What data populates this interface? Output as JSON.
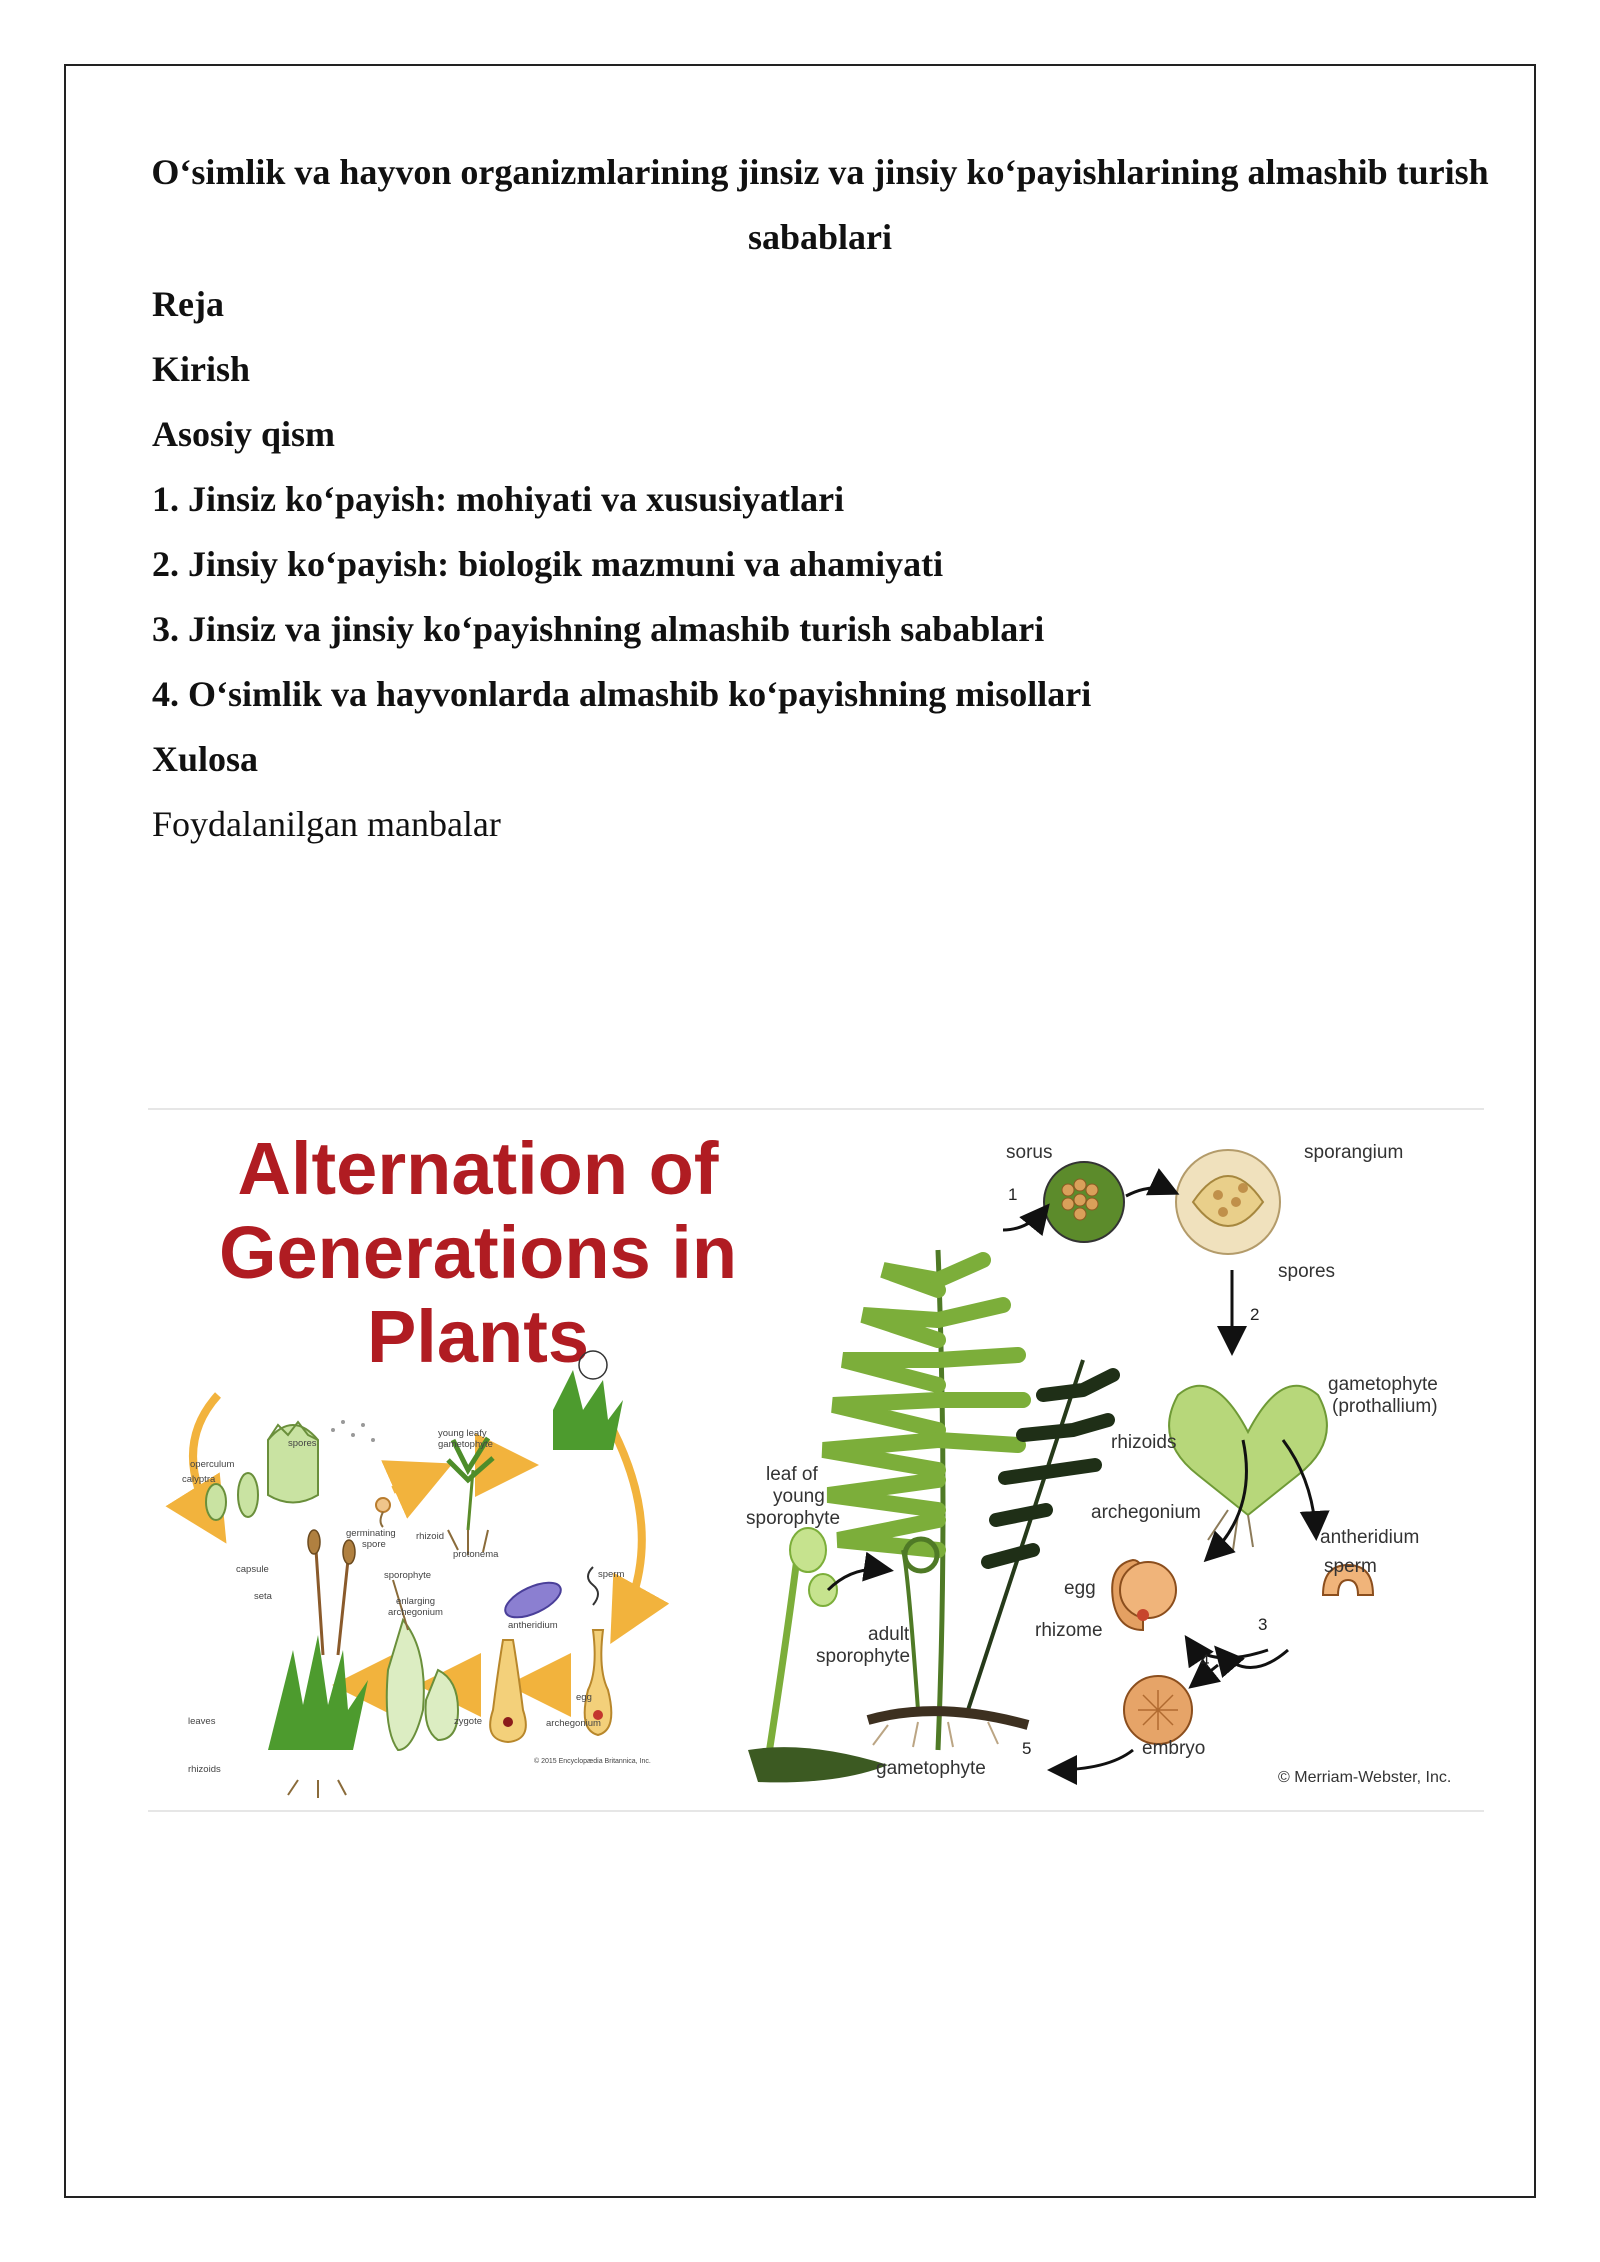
{
  "document": {
    "title": "O‘simlik va hayvon organizmlarining jinsiz va jinsiy ko‘payishlarining almashib turish sabablari",
    "plan": [
      {
        "text": "Reja",
        "bold": true
      },
      {
        "text": "Kirish",
        "bold": true
      },
      {
        "text": "Asosiy qism",
        "bold": true
      },
      {
        "text": "1. Jinsiz ko‘payish: mohiyati va xususiyatlari",
        "bold": true
      },
      {
        "text": "2. Jinsiy ko‘payish: biologik mazmuni va ahamiyati",
        "bold": true
      },
      {
        "text": "3. Jinsiz va jinsiy ko‘payishning almashib turish sabablari",
        "bold": true
      },
      {
        "text": "4. O‘simlik va hayvonlarda almashib ko‘payishning misollari",
        "bold": true
      },
      {
        "text": "Xulosa",
        "bold": true
      },
      {
        "text": "Foydalanilgan manbalar",
        "bold": false
      }
    ]
  },
  "figure": {
    "headline": [
      "Alternation of",
      "Generations in",
      "Plants"
    ],
    "moss_labels": {
      "spores": "spores",
      "young_leafy_gametophyte": [
        "young leafy",
        "gametophyte"
      ],
      "operculum": "operculum",
      "calyptra": "calyptra",
      "germinating_spore": [
        "germinating",
        "spore"
      ],
      "rhizoid": "rhizoid",
      "protonema": "protonema",
      "capsule": "capsule",
      "sporophyte": "sporophyte",
      "seta": "seta",
      "enlarging_archegonium": [
        "enlarging",
        "archegonium"
      ],
      "antheridium": "antheridium",
      "sperm": "sperm",
      "egg": "egg",
      "leaves": "leaves",
      "zygote": "zygote",
      "archegonium": "archegonium",
      "rhizoids": "rhizoids",
      "credit": "© 2015 Encyclopædia Britannica, Inc."
    },
    "fern_labels": {
      "sorus": "sorus",
      "sporangium": "sporangium",
      "spores": "spores",
      "gametophyte_prothallium": [
        "gametophyte",
        "(prothallium)"
      ],
      "rhizoids": "rhizoids",
      "leaf_of_young_sporophyte": [
        "leaf of",
        "young",
        "sporophyte"
      ],
      "archegonium": "archegonium",
      "antheridium": "antheridium",
      "sperm": "sperm",
      "egg": "egg",
      "adult_sporophyte": [
        "adult",
        "sporophyte"
      ],
      "rhizome": "rhizome",
      "embryo": "embryo",
      "gametophyte": "gametophyte",
      "credit": "© Merriam-Webster, Inc."
    },
    "step_numbers": [
      "1",
      "2",
      "3",
      "4",
      "5"
    ],
    "colors": {
      "headline": "#b01c22",
      "plant_green": "#7cae3a",
      "arrow_yellow": "#f2b33d",
      "spore_tan": "#d9a05a"
    }
  }
}
